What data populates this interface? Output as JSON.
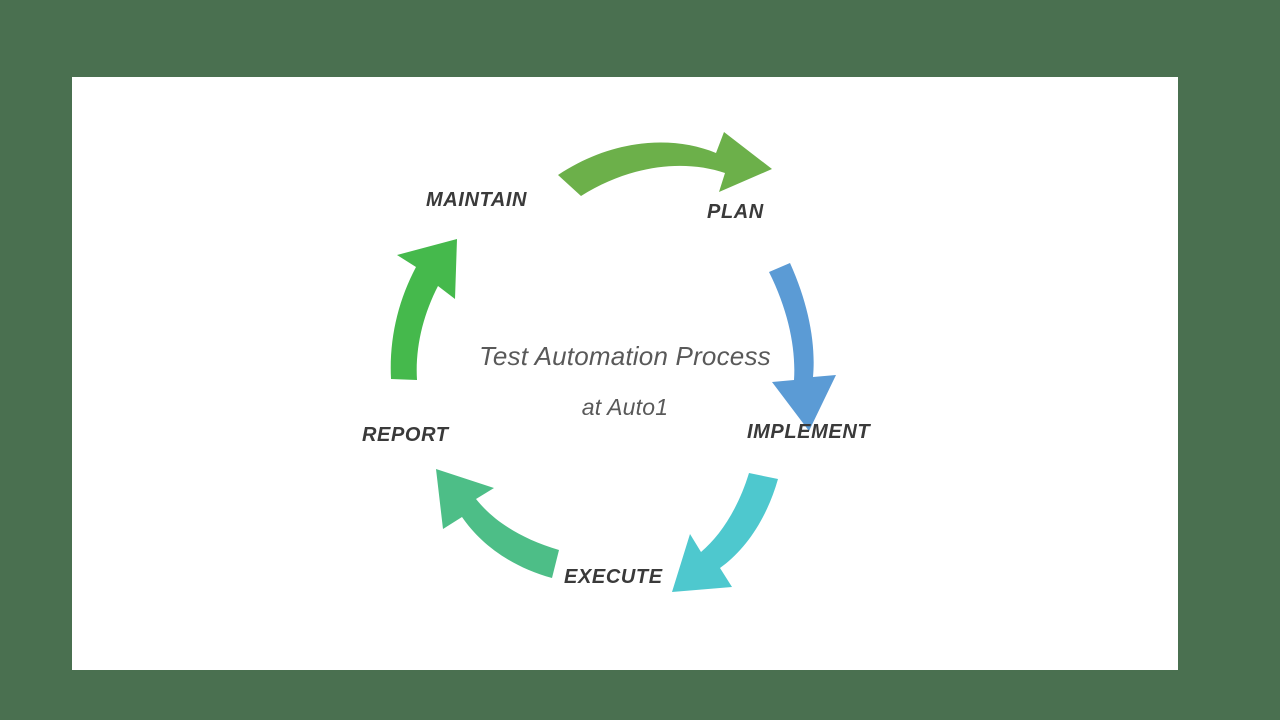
{
  "canvas": {
    "background_color": "#4a7050",
    "card_color": "#ffffff"
  },
  "diagram": {
    "type": "cycle",
    "title_line1": "Test Automation Process",
    "title_line2": "at Auto1",
    "title_color": "#595959",
    "label_color": "#3a3a3a",
    "stages": [
      {
        "id": "plan",
        "label": "PLAN"
      },
      {
        "id": "implement",
        "label": "IMPLEMENT"
      },
      {
        "id": "execute",
        "label": "EXECUTE"
      },
      {
        "id": "report",
        "label": "REPORT"
      },
      {
        "id": "maintain",
        "label": "MAINTAIN"
      }
    ],
    "arrows": [
      {
        "id": "maintain-to-plan",
        "from": "MAINTAIN",
        "to": "PLAN",
        "color": "#6cb04a",
        "direction": "right"
      },
      {
        "id": "plan-to-implement",
        "from": "PLAN",
        "to": "IMPLEMENT",
        "color": "#5b9bd5",
        "direction": "down"
      },
      {
        "id": "implement-to-execute",
        "from": "IMPLEMENT",
        "to": "EXECUTE",
        "color": "#4ec8ce",
        "direction": "down-left"
      },
      {
        "id": "execute-to-report",
        "from": "EXECUTE",
        "to": "REPORT",
        "color": "#4dbe87",
        "direction": "up-left"
      },
      {
        "id": "report-to-maintain",
        "from": "REPORT",
        "to": "MAINTAIN",
        "color": "#45b94c",
        "direction": "up"
      }
    ]
  }
}
